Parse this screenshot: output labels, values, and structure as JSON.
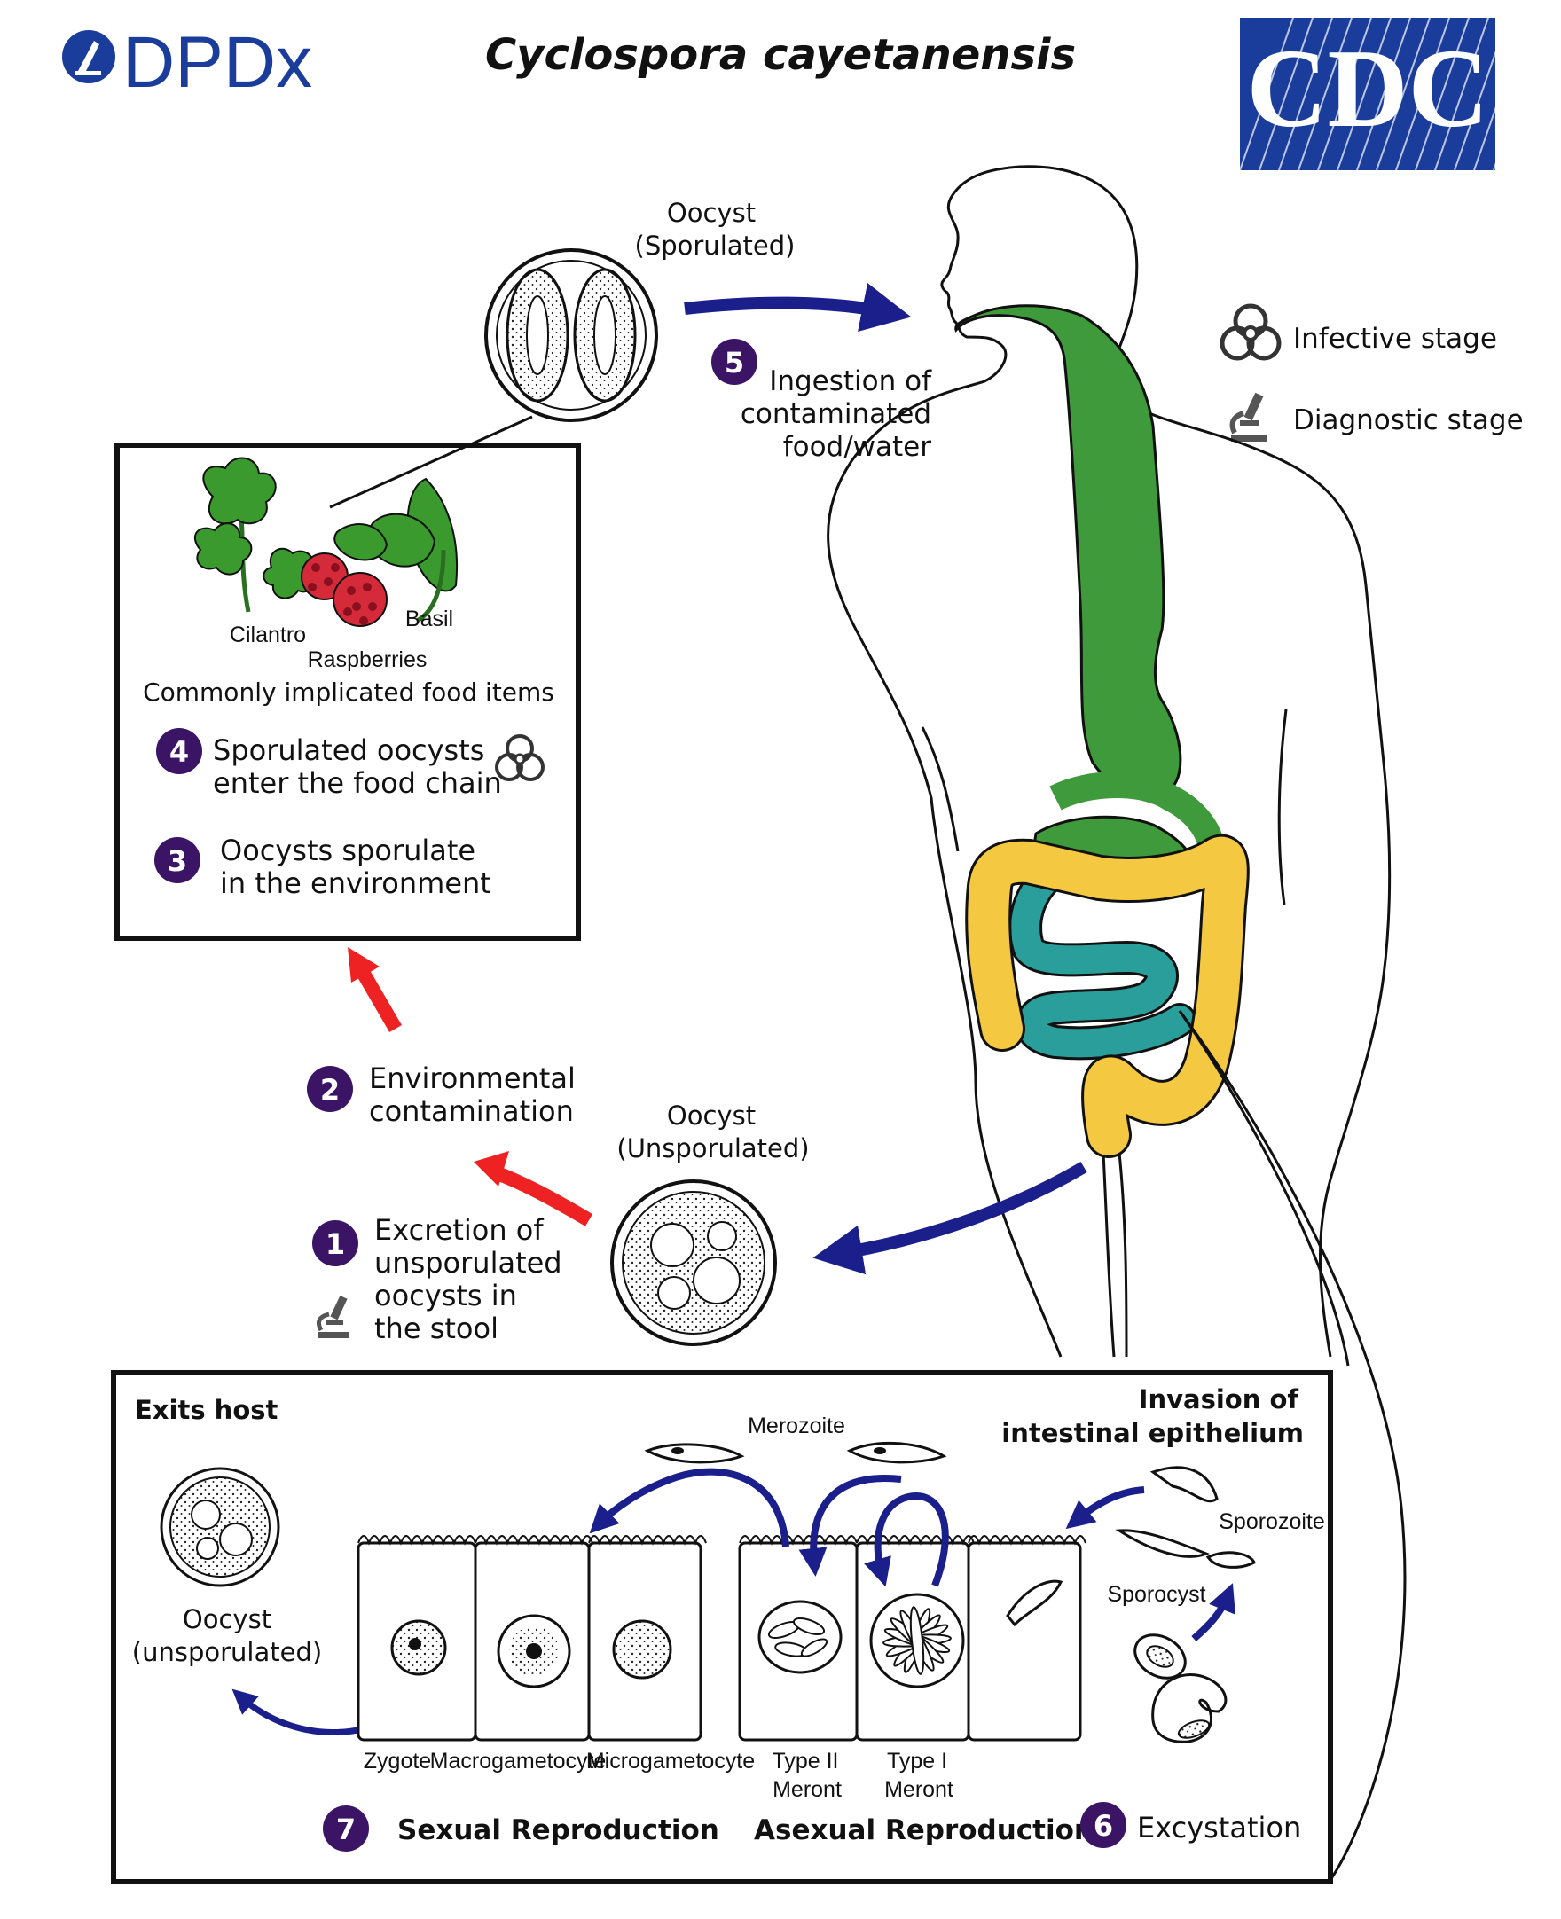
{
  "header": {
    "title": "Cyclospora cayetanensis",
    "dpdx_logo_text": "DPDx",
    "cdc_logo_text": "CDC"
  },
  "legend": {
    "infective": "Infective stage",
    "diagnostic": "Diagnostic stage"
  },
  "labels": {
    "oocyst_sporulated_1": "Oocyst",
    "oocyst_sporulated_2": "(Sporulated)",
    "oocyst_unsporulated_1": "Oocyst",
    "oocyst_unsporulated_2": "(Unsporulated)",
    "cilantro": "Cilantro",
    "basil": "Basil",
    "raspberries": "Raspberries",
    "food_items": "Commonly implicated food items",
    "exits_host": "Exits host",
    "invasion_1": "Invasion of",
    "invasion_2": "intestinal epithelium",
    "merozoite": "Merozoite",
    "sporozoite": "Sporozoite",
    "sporocyst": "Sporocyst",
    "oocyst_lower_1": "Oocyst",
    "oocyst_lower_2": "(unsporulated)",
    "zygote": "Zygote",
    "macrogametocyte": "Macrogametocyte",
    "microgametocyte": "Microgametocyte",
    "type2_1": "Type II",
    "type2_2": "Meront",
    "type1_1": "Type I",
    "type1_2": "Meront"
  },
  "steps": [
    {
      "num": "1",
      "lines": [
        "Excretion of",
        "unsporulated",
        "oocysts in",
        "the stool"
      ]
    },
    {
      "num": "2",
      "lines": [
        "Environmental",
        "contamination"
      ]
    },
    {
      "num": "3",
      "lines": [
        "Oocysts sporulate",
        "in the environment"
      ]
    },
    {
      "num": "4",
      "lines": [
        "Sporulated oocysts",
        "enter the food chain"
      ]
    },
    {
      "num": "5",
      "lines": [
        "Ingestion of",
        "contaminated",
        "food/water"
      ]
    },
    {
      "num": "6",
      "lines": [
        "Excystation"
      ]
    },
    {
      "num": "7",
      "lines": [
        "Sexual Reproduction"
      ]
    }
  ],
  "asexual_label": "Asexual Reproduction",
  "colors": {
    "badge": "#3b1466",
    "blue_arrow": "#1a1f8c",
    "red_arrow": "#ee2222",
    "esophagus": "#3e9a3a",
    "small_intestine": "#2a9e9a",
    "colon": "#f5c842",
    "cdc_blue": "#1a3d9c",
    "plant_green": "#3a9a2e",
    "berry_red": "#d42a3a"
  }
}
